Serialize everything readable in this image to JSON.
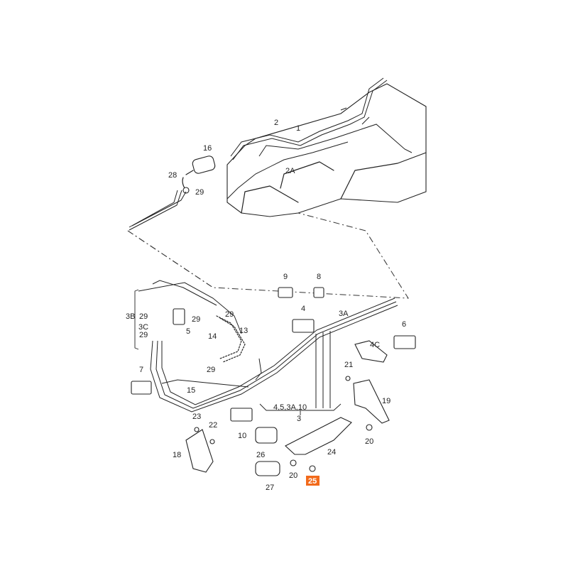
{
  "labels": {
    "p1": "1",
    "p2": "2",
    "p2a": "2A",
    "p3": "3",
    "p3a": "3A",
    "p3b": "3B",
    "p3c": "3C",
    "p4": "4",
    "p4c": "4C",
    "p5": "5",
    "p6": "6",
    "p7": "7",
    "p8": "8",
    "p9": "9",
    "p10": "10",
    "p13": "13",
    "p14": "14",
    "p15": "15",
    "p16": "16",
    "p18": "18",
    "p19": "19",
    "p20": "20",
    "p21": "21",
    "p22": "22",
    "p23": "23",
    "p24": "24",
    "p25": "25",
    "p26": "26",
    "p27": "27",
    "p28": "28",
    "p29": "29",
    "group": "4,5,3A,10"
  },
  "highlight": {
    "label": "25",
    "color": "#F26A1B"
  }
}
